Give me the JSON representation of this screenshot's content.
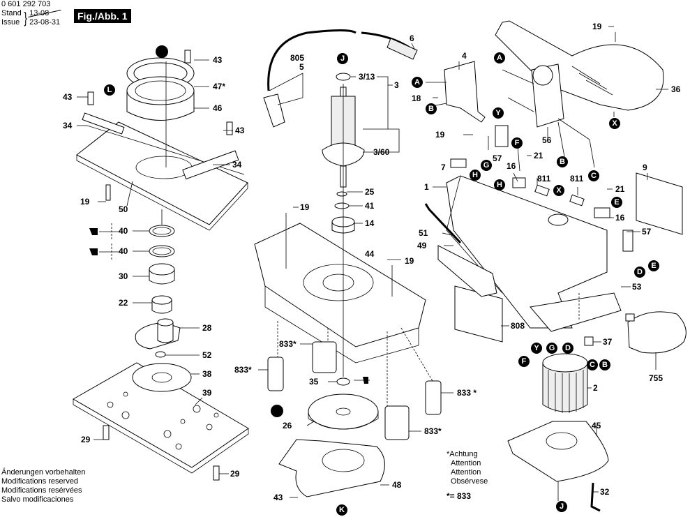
{
  "header": {
    "doc_number": "0 601 292 703",
    "stand_label": "Stand",
    "issue_label": "Issue",
    "old_date": "13-08",
    "issue_date": "23-08-31",
    "figure_label": "Fig./Abb. 1"
  },
  "footer": {
    "lines": [
      "Änderungen vorbehalten",
      "Modifications reserved",
      "Modifications resérvées",
      "Salvo modificaciones"
    ]
  },
  "note": {
    "lines": [
      "*Achtung",
      "Attention",
      "Attention",
      "Obsérvese"
    ],
    "equation": "*= 833"
  },
  "callouts": [
    {
      "id": "43a",
      "label": "43"
    },
    {
      "id": "47",
      "label": "47*"
    },
    {
      "id": "46",
      "label": "46"
    },
    {
      "id": "43b",
      "label": "43"
    },
    {
      "id": "34a",
      "label": "34"
    },
    {
      "id": "43c",
      "label": "43"
    },
    {
      "id": "34b",
      "label": "34"
    },
    {
      "id": "19a",
      "label": "19"
    },
    {
      "id": "50",
      "label": "50"
    },
    {
      "id": "40a",
      "label": "40"
    },
    {
      "id": "40b",
      "label": "40"
    },
    {
      "id": "30",
      "label": "30"
    },
    {
      "id": "22",
      "label": "22"
    },
    {
      "id": "28",
      "label": "28"
    },
    {
      "id": "52",
      "label": "52"
    },
    {
      "id": "38",
      "label": "38"
    },
    {
      "id": "39",
      "label": "39"
    },
    {
      "id": "29a",
      "label": "29"
    },
    {
      "id": "29b",
      "label": "29"
    },
    {
      "id": "805",
      "label": "805"
    },
    {
      "id": "5",
      "label": "5"
    },
    {
      "id": "6",
      "label": "6"
    },
    {
      "id": "3_13",
      "label": "3/13"
    },
    {
      "id": "3",
      "label": "3"
    },
    {
      "id": "3_60",
      "label": "3/60"
    },
    {
      "id": "25",
      "label": "25"
    },
    {
      "id": "41",
      "label": "41"
    },
    {
      "id": "14",
      "label": "14"
    },
    {
      "id": "19b",
      "label": "19"
    },
    {
      "id": "44",
      "label": "44"
    },
    {
      "id": "19c",
      "label": "19"
    },
    {
      "id": "833a",
      "label": "833*"
    },
    {
      "id": "833b",
      "label": "833*"
    },
    {
      "id": "35",
      "label": "35"
    },
    {
      "id": "833c",
      "label": "833 *"
    },
    {
      "id": "26",
      "label": "26"
    },
    {
      "id": "833d",
      "label": "833*"
    },
    {
      "id": "48",
      "label": "48"
    },
    {
      "id": "43d",
      "label": "43"
    },
    {
      "id": "4",
      "label": "4"
    },
    {
      "id": "18",
      "label": "18"
    },
    {
      "id": "19d",
      "label": "19"
    },
    {
      "id": "36",
      "label": "36"
    },
    {
      "id": "56",
      "label": "56"
    },
    {
      "id": "19e",
      "label": "19"
    },
    {
      "id": "57a",
      "label": "57"
    },
    {
      "id": "7",
      "label": "7"
    },
    {
      "id": "21a",
      "label": "21"
    },
    {
      "id": "16a",
      "label": "16"
    },
    {
      "id": "811a",
      "label": "811"
    },
    {
      "id": "811b",
      "label": "811"
    },
    {
      "id": "21b",
      "label": "21"
    },
    {
      "id": "16b",
      "label": "16"
    },
    {
      "id": "9",
      "label": "9"
    },
    {
      "id": "1",
      "label": "1"
    },
    {
      "id": "51",
      "label": "51"
    },
    {
      "id": "49",
      "label": "49"
    },
    {
      "id": "57b",
      "label": "57"
    },
    {
      "id": "53",
      "label": "53"
    },
    {
      "id": "808",
      "label": "808"
    },
    {
      "id": "37",
      "label": "37"
    },
    {
      "id": "2",
      "label": "2"
    },
    {
      "id": "755",
      "label": "755"
    },
    {
      "id": "45",
      "label": "45"
    },
    {
      "id": "32",
      "label": "32"
    }
  ],
  "markers": [
    {
      "id": "m-l",
      "letter": "L"
    },
    {
      "id": "m-j1",
      "letter": "J"
    },
    {
      "id": "m-a1",
      "letter": "A"
    },
    {
      "id": "m-a2",
      "letter": "A"
    },
    {
      "id": "m-b1",
      "letter": "B"
    },
    {
      "id": "m-y1",
      "letter": "Y"
    },
    {
      "id": "m-x1",
      "letter": "X"
    },
    {
      "id": "m-f1",
      "letter": "F"
    },
    {
      "id": "m-b2",
      "letter": "B"
    },
    {
      "id": "m-c1",
      "letter": "C"
    },
    {
      "id": "m-g1",
      "letter": "G"
    },
    {
      "id": "m-h1",
      "letter": "H"
    },
    {
      "id": "m-h2",
      "letter": "H"
    },
    {
      "id": "m-x2",
      "letter": "X"
    },
    {
      "id": "m-e1",
      "letter": "E"
    },
    {
      "id": "m-d1",
      "letter": "D"
    },
    {
      "id": "m-e2",
      "letter": "E"
    },
    {
      "id": "m-y2",
      "letter": "Y"
    },
    {
      "id": "m-g2",
      "letter": "G"
    },
    {
      "id": "m-d2",
      "letter": "D"
    },
    {
      "id": "m-f2",
      "letter": "F"
    },
    {
      "id": "m-c2",
      "letter": "C"
    },
    {
      "id": "m-b3",
      "letter": "B"
    },
    {
      "id": "m-k",
      "letter": "K"
    },
    {
      "id": "m-j2",
      "letter": "J"
    },
    {
      "id": "m-dot1",
      "letter": ""
    },
    {
      "id": "m-dot2",
      "letter": ""
    }
  ]
}
